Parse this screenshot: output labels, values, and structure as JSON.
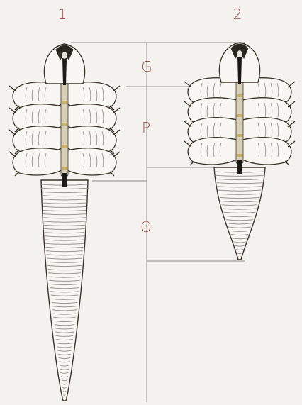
{
  "figure": {
    "specimens": [
      {
        "label": "1"
      },
      {
        "label": "2"
      }
    ],
    "regions": [
      {
        "label": "G"
      },
      {
        "label": "P"
      },
      {
        "label": "O"
      }
    ]
  },
  "colors": {
    "background": "#f4f2ef",
    "label": "#a2503d",
    "outline": "#3a3428",
    "fill": "#f8f6f3",
    "shade": "#9a9690",
    "guide": "#8c8c8c",
    "joint": "#c9b06a"
  }
}
